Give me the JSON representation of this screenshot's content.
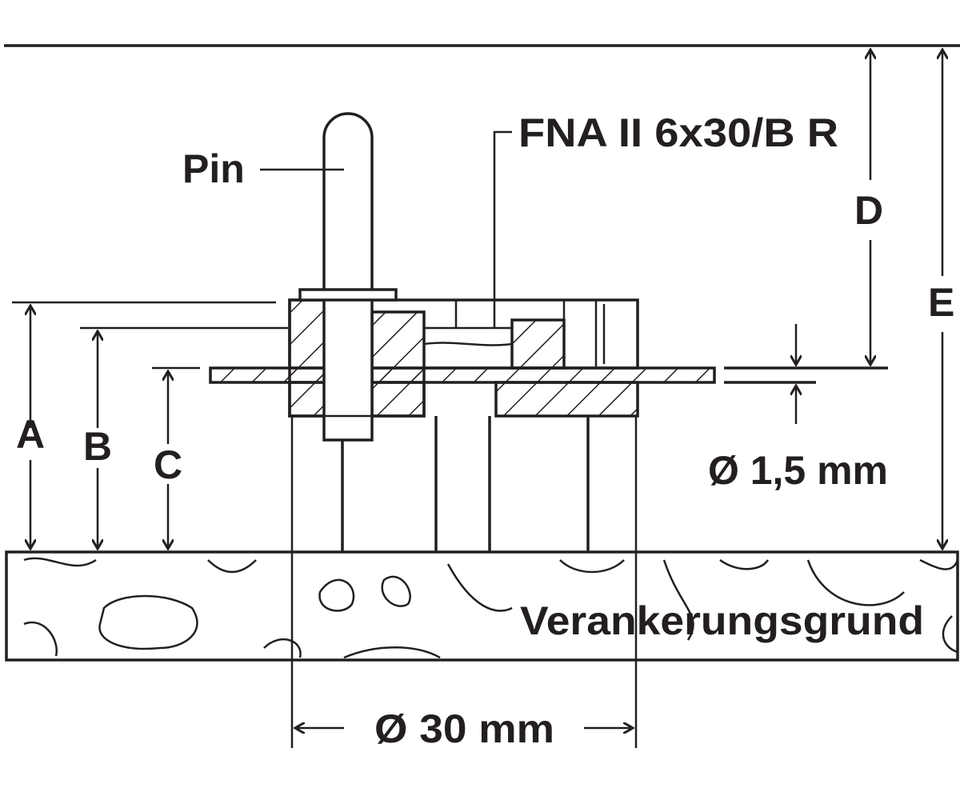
{
  "labels": {
    "pin": "Pin",
    "product": "FNA II 6x30/B R",
    "dim_a": "A",
    "dim_b": "B",
    "dim_c": "C",
    "dim_d": "D",
    "dim_e": "E",
    "plate_thickness": "Ø 1,5 mm",
    "base": "Verankerungsgrund",
    "diameter": "Ø 30 mm"
  },
  "colors": {
    "line": "#231f20",
    "background": "#ffffff"
  }
}
